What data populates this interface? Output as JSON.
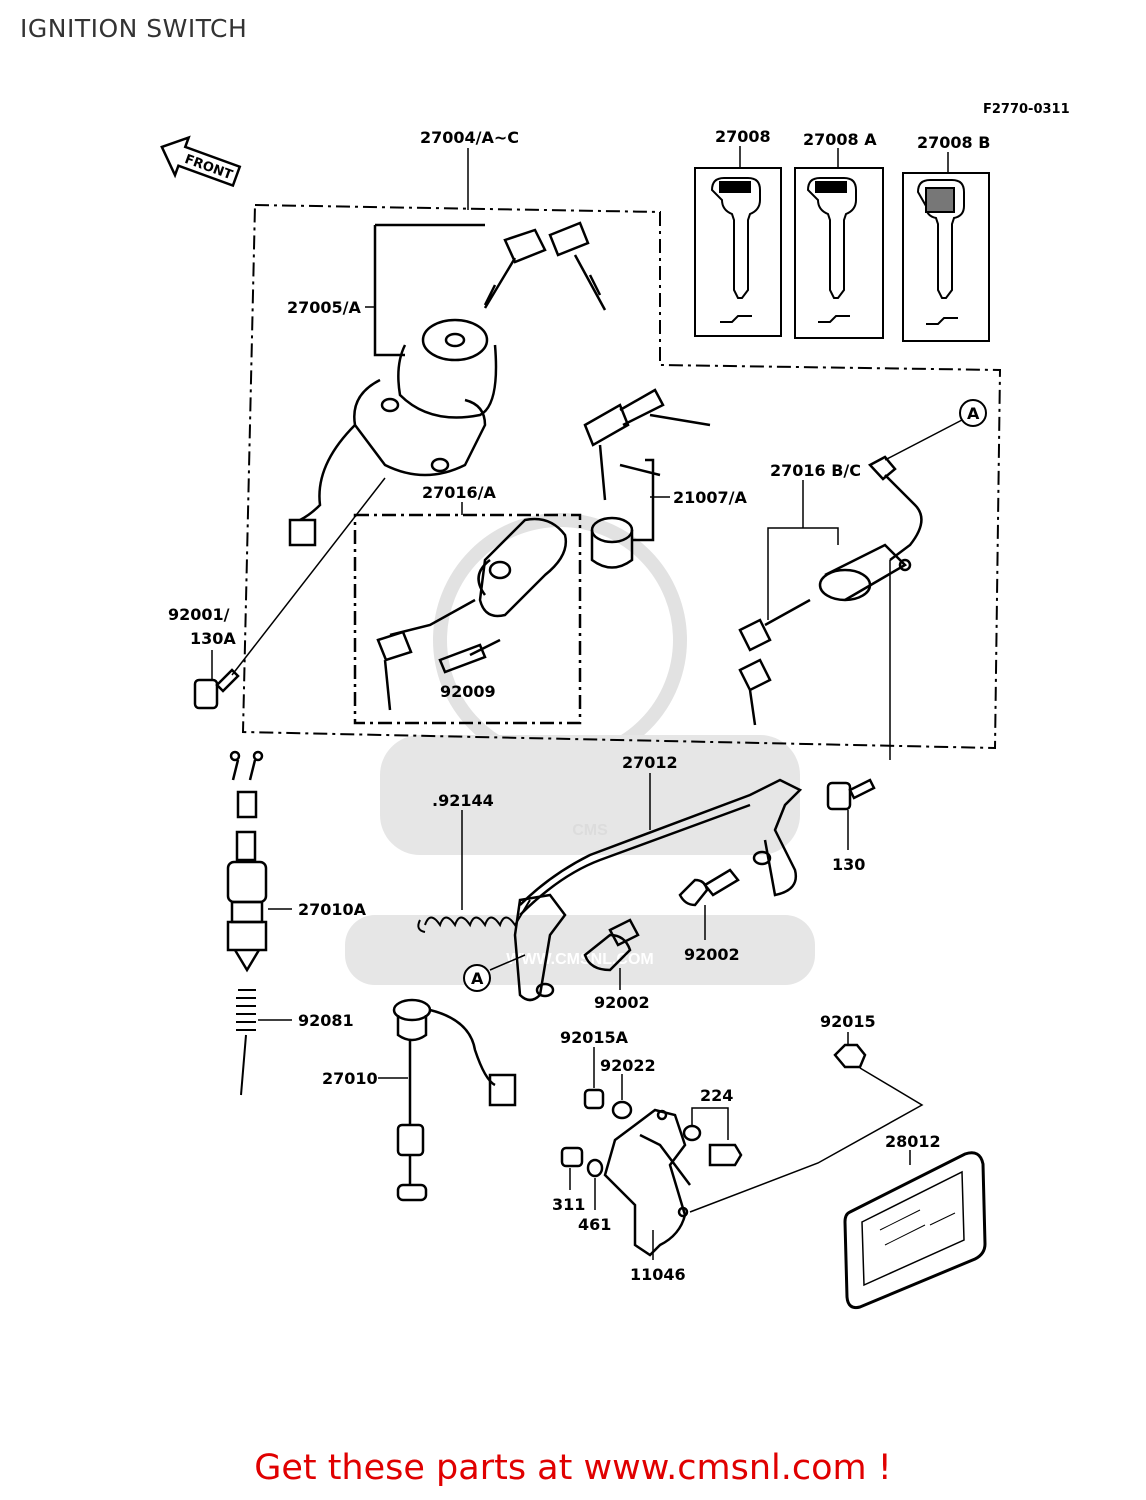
{
  "header": {
    "title": "IGNITION SWITCH"
  },
  "diagram": {
    "figure_code": "F2770-0311",
    "front_marker": "FRONT",
    "watermark": {
      "top": "CMS",
      "bottom": "WWW.CMSNL.COM"
    },
    "callout_letter": "A",
    "parts": {
      "p27004": "27004/A~C",
      "p27005": "27005/A",
      "p27008": "27008",
      "p27008A": "27008 A",
      "p27008B": "27008 B",
      "p27016": "27016/A",
      "p21007": "21007/A",
      "p27016BC": "27016 B/C",
      "p92001": "92001/",
      "p130A": "130A",
      "p92009": "92009",
      "p27012": "27012",
      "p92144": ".92144",
      "p130": "130",
      "p27010A": "27010A",
      "p92002a": "92002",
      "p92002b": "92002",
      "p92081": "92081",
      "p27010": "27010",
      "p92015A": "92015A",
      "p92022": "92022",
      "p92015": "92015",
      "p224": "224",
      "p28012": "28012",
      "p311": "311",
      "p461": "461",
      "p11046": "11046"
    }
  },
  "footer": {
    "text": "Get these parts at www.cmsnl.com !"
  },
  "colors": {
    "footer": "#e00000",
    "line": "#000000",
    "watermark": "#dcdcdc"
  }
}
